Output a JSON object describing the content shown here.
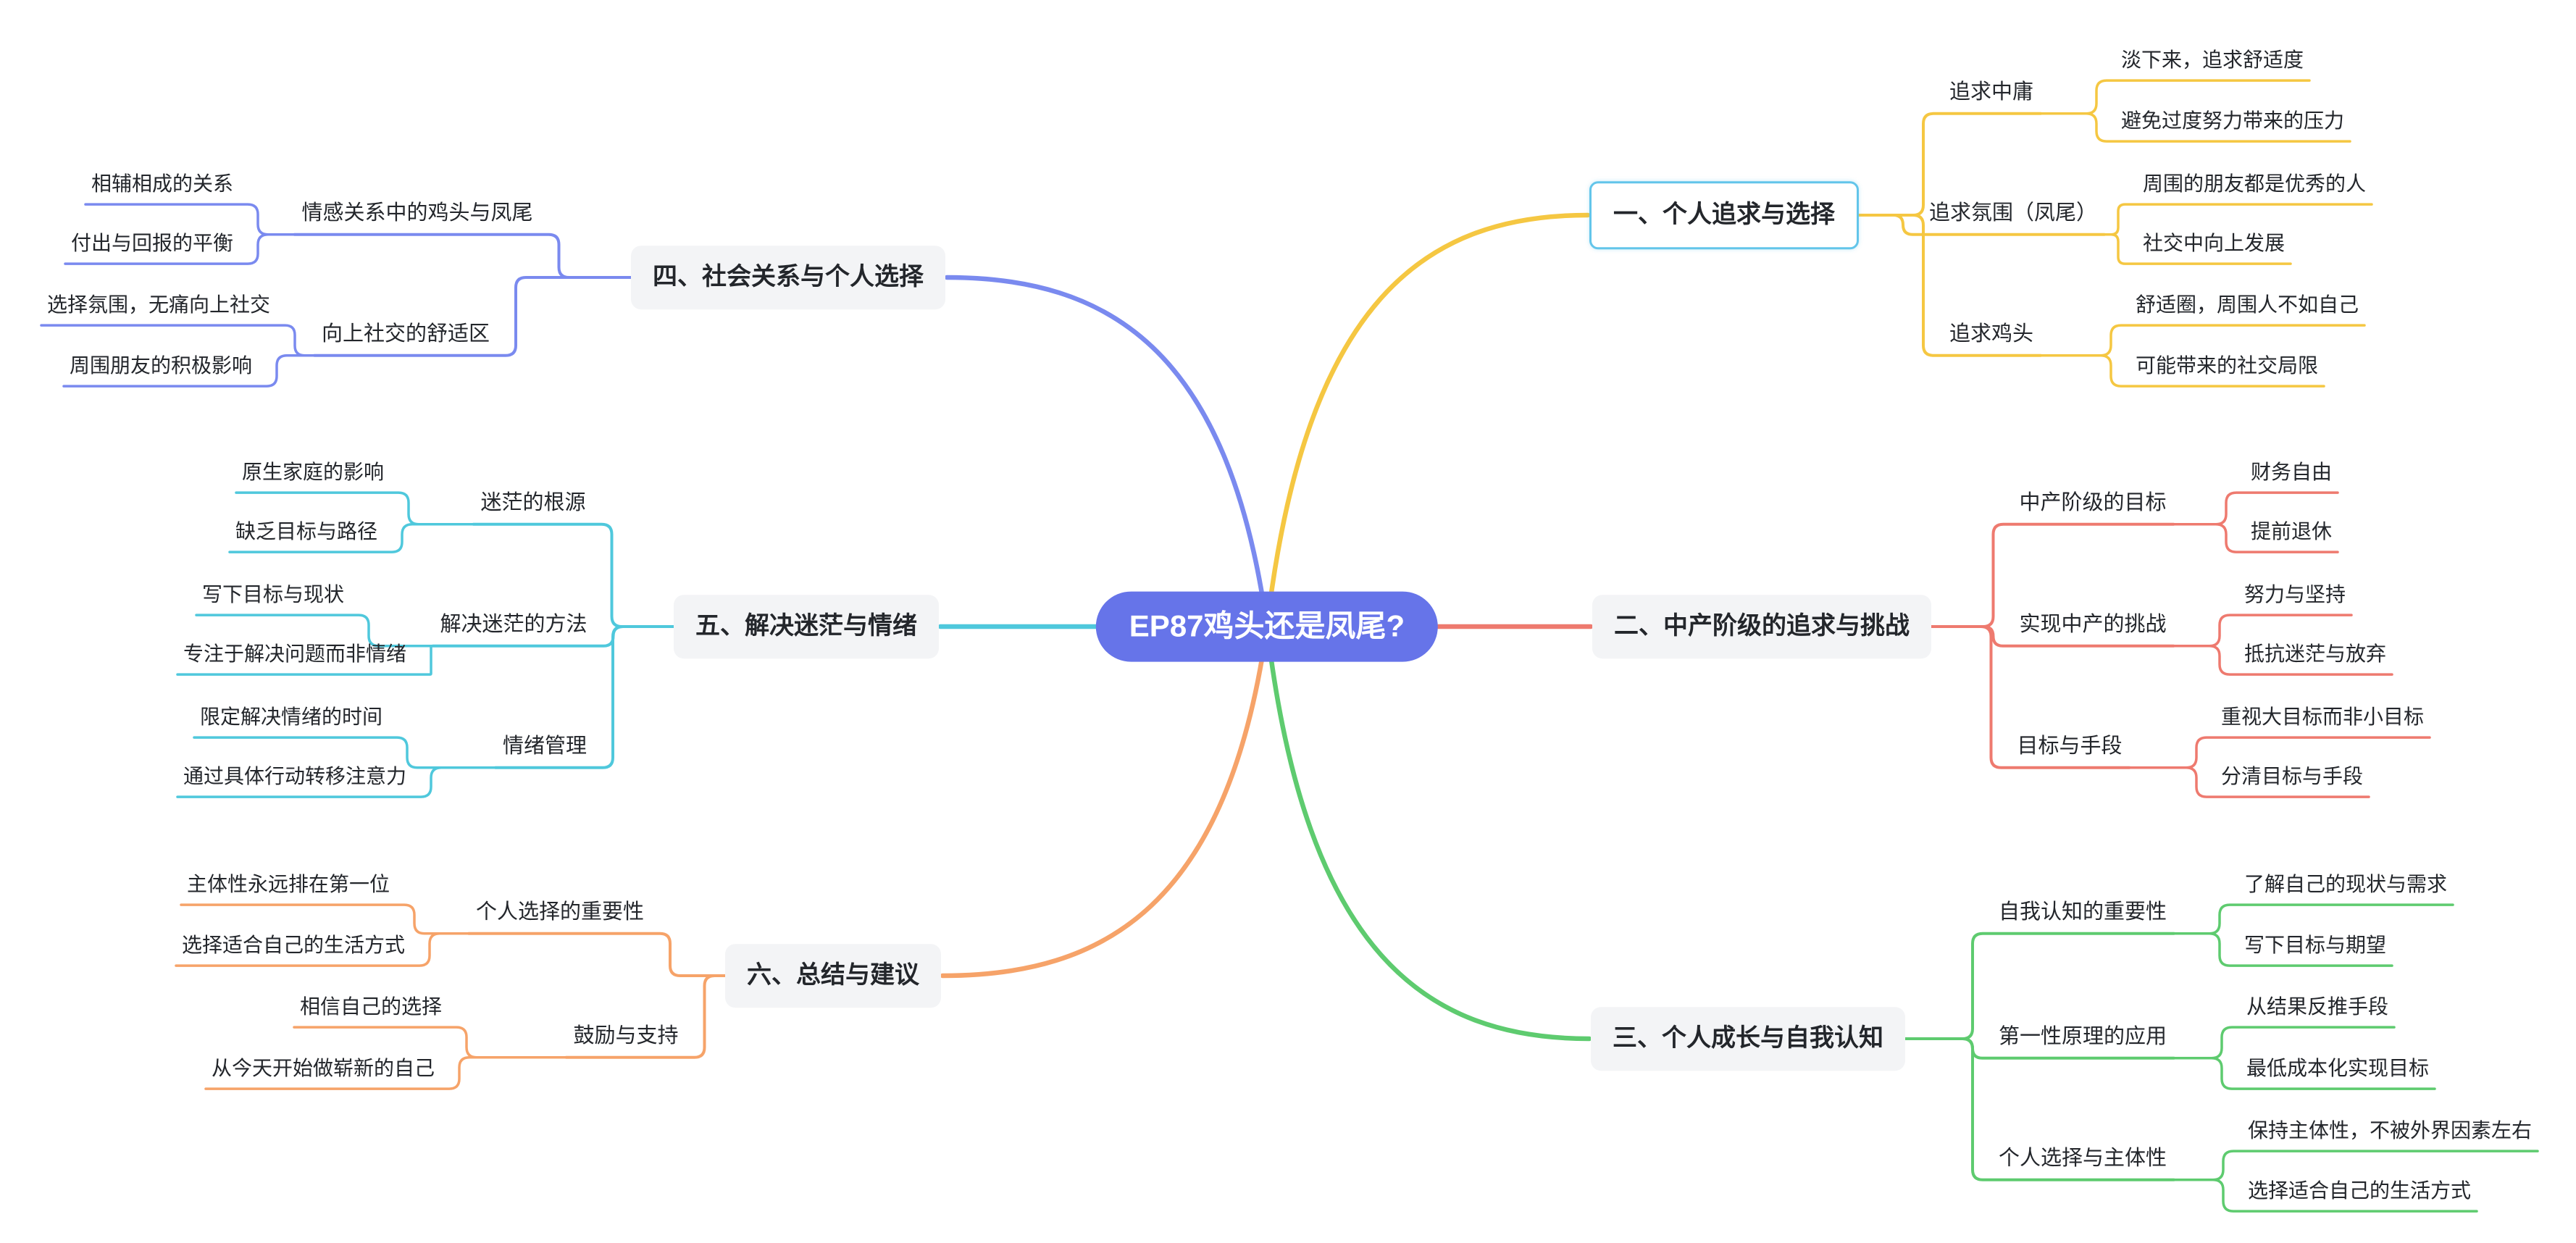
{
  "ui": {
    "background": "#FFFFFF",
    "node_bg": "#F3F4F6",
    "text_color": "#23262B",
    "center_color": "#6674E9",
    "selection_border": "#63C5EA"
  },
  "center": {
    "label": "EP87鸡头还是凤尾?"
  },
  "branches": [
    {
      "label": "一、个人追求与选择",
      "color": "#F5C742",
      "selected": true,
      "children": [
        {
          "label": "追求中庸",
          "children": [
            {
              "label": "淡下来，追求舒适度"
            },
            {
              "label": "避免过度努力带来的压力"
            }
          ]
        },
        {
          "label": "追求氛围（凤尾）",
          "children": [
            {
              "label": "周围的朋友都是优秀的人"
            },
            {
              "label": "社交中向上发展"
            }
          ]
        },
        {
          "label": "追求鸡头",
          "children": [
            {
              "label": "舒适圈，周围人不如自己"
            },
            {
              "label": "可能带来的社交局限"
            }
          ]
        }
      ]
    },
    {
      "label": "二、中产阶级的追求与挑战",
      "color": "#EE7A6F",
      "selected": false,
      "children": [
        {
          "label": "中产阶级的目标",
          "children": [
            {
              "label": "财务自由"
            },
            {
              "label": "提前退休"
            }
          ]
        },
        {
          "label": "实现中产的挑战",
          "children": [
            {
              "label": "努力与坚持"
            },
            {
              "label": "抵抗迷茫与放弃"
            }
          ]
        },
        {
          "label": "目标与手段",
          "children": [
            {
              "label": "重视大目标而非小目标"
            },
            {
              "label": "分清目标与手段"
            }
          ]
        }
      ]
    },
    {
      "label": "三、个人成长与自我认知",
      "color": "#5ECB6F",
      "selected": false,
      "children": [
        {
          "label": "自我认知的重要性",
          "children": [
            {
              "label": "了解自己的现状与需求"
            },
            {
              "label": "写下目标与期望"
            }
          ]
        },
        {
          "label": "第一性原理的应用",
          "children": [
            {
              "label": "从结果反推手段"
            },
            {
              "label": "最低成本化实现目标"
            }
          ]
        },
        {
          "label": "个人选择与主体性",
          "children": [
            {
              "label": "保持主体性，不被外界因素左右"
            },
            {
              "label": "选择适合自己的生活方式"
            }
          ]
        }
      ]
    },
    {
      "label": "四、社会关系与个人选择",
      "color": "#7A8AEF",
      "selected": false,
      "children": [
        {
          "label": "情感关系中的鸡头与凤尾",
          "children": [
            {
              "label": "相辅相成的关系"
            },
            {
              "label": "付出与回报的平衡"
            }
          ]
        },
        {
          "label": "向上社交的舒适区",
          "children": [
            {
              "label": "选择氛围，无痛向上社交"
            },
            {
              "label": "周围朋友的积极影响"
            }
          ]
        }
      ]
    },
    {
      "label": "五、解决迷茫与情绪",
      "color": "#4FC8DC",
      "selected": false,
      "children": [
        {
          "label": "迷茫的根源",
          "children": [
            {
              "label": "原生家庭的影响"
            },
            {
              "label": "缺乏目标与路径"
            }
          ]
        },
        {
          "label": "解决迷茫的方法",
          "children": [
            {
              "label": "写下目标与现状"
            },
            {
              "label": "专注于解决问题而非情绪"
            }
          ]
        },
        {
          "label": "情绪管理",
          "children": [
            {
              "label": "限定解决情绪的时间"
            },
            {
              "label": "通过具体行动转移注意力"
            }
          ]
        }
      ]
    },
    {
      "label": "六、总结与建议",
      "color": "#F6A369",
      "selected": false,
      "children": [
        {
          "label": "个人选择的重要性",
          "children": [
            {
              "label": "主体性永远排在第一位"
            },
            {
              "label": "选择适合自己的生活方式"
            }
          ]
        },
        {
          "label": "鼓励与支持",
          "children": [
            {
              "label": "相信自己的选择"
            },
            {
              "label": "从今天开始做崭新的自己"
            }
          ]
        }
      ]
    }
  ]
}
